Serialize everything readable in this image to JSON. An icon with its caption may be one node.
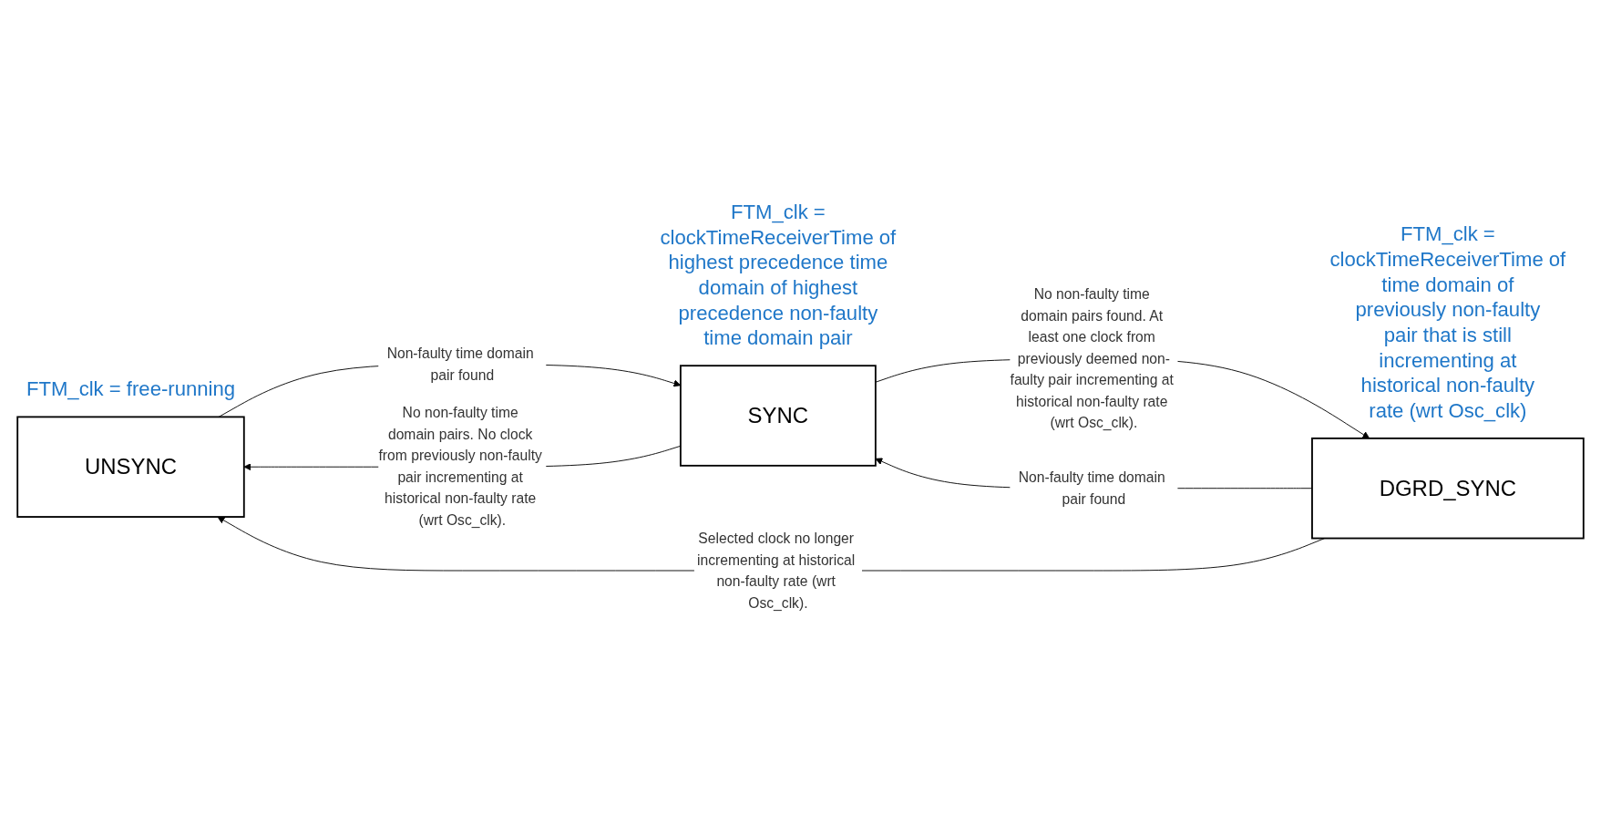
{
  "diagram": {
    "nodes": [
      {
        "text": [
          "UNSYNC"
        ],
        "beside": [
          "FTM_clk = free-running"
        ]
      },
      {
        "text": [
          "SYNC"
        ],
        "beside": [
          "FTM_clk = clockTimeReceiverTime of highest precedence time domain of highest precedence non-faulty time domain pair"
        ]
      },
      {
        "text": [
          "DGRD_SYNC"
        ],
        "beside": [
          "FTM_clk = clockTimeReceiverTime of time domain of previously non-faulty pair that is still incrementing at historical non-faulty rate (wrt Osc_clk)"
        ]
      }
    ],
    "edges": [
      {
        "from": 1,
        "to": 0,
        "arrow": "to",
        "label": "No non-faulty time domain pairs. No clock from previously non-faulty pair incrementing at historical non-faulty rate (wrt Osc_clk)."
      },
      {
        "from": 0,
        "to": 1,
        "arrow": "to",
        "label": "Non-faulty time domain pair found"
      },
      {
        "from": 2,
        "to": 1,
        "arrow": "to",
        "label": "Non-faulty time domain pair found"
      },
      {
        "from": 1,
        "to": 2,
        "arrow": "to",
        "label": "No non-faulty time domain pairs found. At least one clock from previously deemed non-faulty pair incrementing at historical non-faulty rate (wrt Osc_clk)."
      },
      {
        "from": 2,
        "to": 0,
        "arrow": "to",
        "label": "Selected clock no longer incrementing at historical non-faulty rate (wrt Osc_clk)."
      }
    ]
  }
}
